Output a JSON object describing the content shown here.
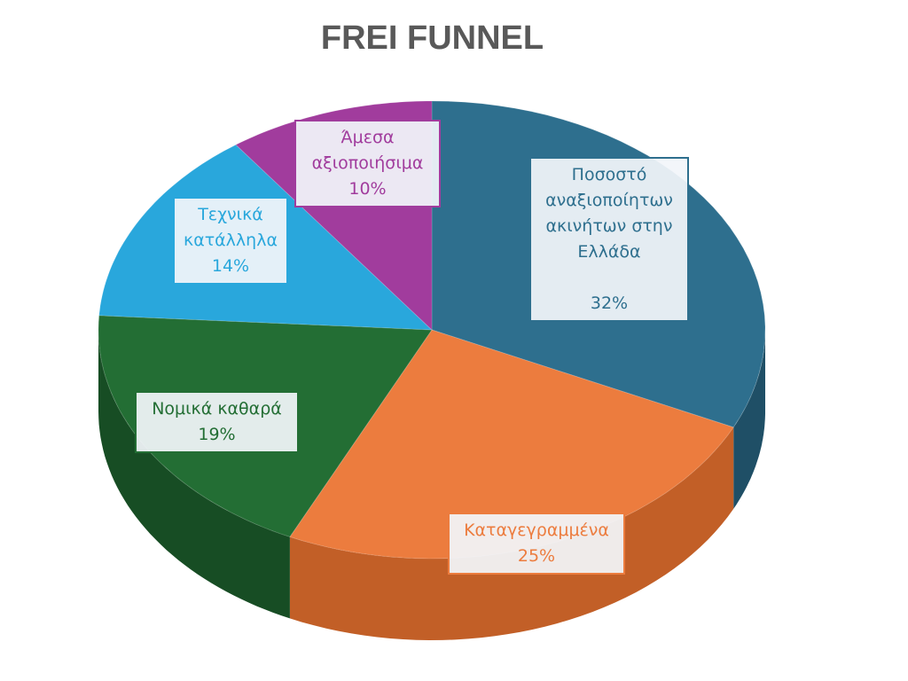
{
  "chart_data": {
    "type": "pie",
    "title": "FREI FUNNEL",
    "style": "3d",
    "slices": [
      {
        "label": "Ποσοστό αναξιοποίητων ακινήτων στην Ελλάδα",
        "label_lines": [
          "Ποσοστό",
          "αναξιοποίητων",
          "ακινήτων στην",
          "Ελλάδα",
          ""
        ],
        "value": 32,
        "pct": "32%",
        "color": "#2e6f8e",
        "side": "#1f4f66"
      },
      {
        "label": "Καταγεγραμμένα",
        "label_lines": [
          "Καταγεγραμμένα"
        ],
        "value": 25,
        "pct": "25%",
        "color": "#ec7c3e",
        "side": "#c25f27"
      },
      {
        "label": "Νομικά καθαρά",
        "label_lines": [
          "Νομικά καθαρά"
        ],
        "value": 19,
        "pct": "19%",
        "color": "#236e34",
        "side": "#174d24"
      },
      {
        "label": "Τεχνικά κατάλληλα",
        "label_lines": [
          "Τεχνικά",
          "κατάλληλα"
        ],
        "value": 14,
        "pct": "14%",
        "color": "#29a7dc",
        "side": "#1c7ea8"
      },
      {
        "label": "Άμεσα αξιοποιήσιμα",
        "label_lines": [
          "Άμεσα",
          "αξιοποιήσιμα"
        ],
        "value": 10,
        "pct": "10%",
        "color": "#a13c9d",
        "side": "#7a2a77"
      }
    ]
  }
}
